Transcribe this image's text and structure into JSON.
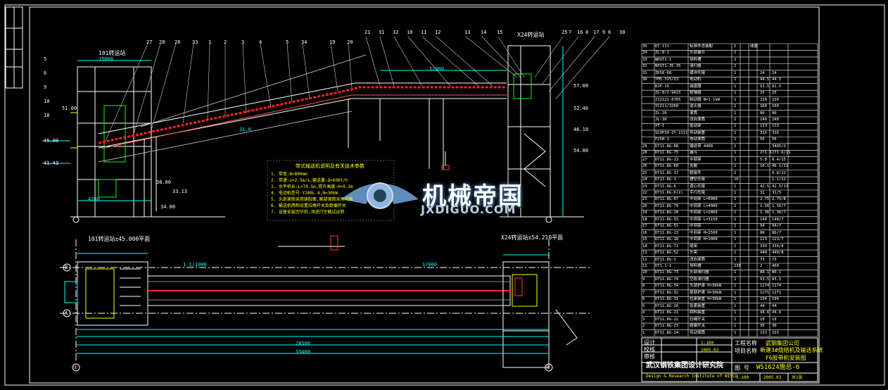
{
  "colors": {
    "background": "#000000",
    "frame": "#ffffff",
    "conveyor": "#ff2020",
    "dim": "#00ffff",
    "structure": "#ffffff",
    "text": "#ffff00",
    "guide": "#00ff00"
  },
  "views": {
    "elevation_left": "101转运站",
    "elevation_right": "X24转运站",
    "plan_left": "101转运站±45.000平面",
    "plan_right": "X24转运站±54.210平面",
    "note_title": "带式输送机说明及有关技术参数"
  },
  "notes": [
    "1. 带宽:B=800mm",
    "2. 带速:v=2.5m/s,输送量:Q=600t/h",
    "3. 水平机长:L=74.5m,提升高度:H=9.2m",
    "4. 电动机型号:Y200L-4,N=30kW",
    "5. 头部滚筒采用铸胶面,尾部滚筒采用光面",
    "6. 输送机两侧设置拉绳开关及跑偏开关",
    "7. 设备安装完毕后,须进行空载试运转"
  ],
  "levels": [
    "45.00",
    "41.43",
    "51.00",
    "38.00",
    "33.13",
    "34.00",
    "57.00",
    "52.40",
    "46.10",
    "54.00"
  ],
  "dims": [
    "28500",
    "15000",
    "12000",
    "11.6",
    "4200",
    "17000",
    "1.1/1000",
    "35400"
  ],
  "top_callouts": [
    "27",
    "28",
    "26",
    "33",
    "1",
    "2",
    "3",
    "4",
    "5",
    "34",
    "19",
    "20",
    "21",
    "31",
    "32",
    "10",
    "11",
    "12",
    "13",
    "14",
    "15",
    "25",
    "16",
    "17",
    "6",
    "7",
    "8",
    "9",
    "30"
  ],
  "left_callouts": [
    "5",
    "6",
    "9",
    "10",
    "18"
  ],
  "grid_axes": [
    "A",
    "B",
    "①",
    "②"
  ],
  "bom_rows": [
    [
      "35",
      "DT-111",
      "标准件总装配",
      "1",
      "",
      "成套",
      "",
      ""
    ],
    [
      "34",
      "ZL-8-1",
      "头部漏斗",
      "1",
      "",
      "",
      "",
      ""
    ],
    [
      "33",
      "WDST1-1",
      "导料槽",
      "2",
      "",
      "",
      "",
      ""
    ],
    [
      "32",
      "NPST1-35-35",
      "清扫器",
      "2",
      "",
      "",
      "",
      ""
    ],
    [
      "31",
      "ZK58-68",
      "缓冲托辊",
      "1",
      "",
      "",
      "24",
      "24"
    ],
    [
      "30",
      "YM5-315/23",
      "电动机",
      "1",
      "",
      "",
      "44.5",
      "44.5"
    ],
    [
      "",
      "BJF-10",
      "减速器",
      "1",
      "",
      "",
      "91.5",
      "91.5"
    ],
    [
      "",
      "ZL-8/2-9A15",
      "联轴器",
      "1",
      "",
      "",
      "25",
      "25"
    ],
    [
      "",
      "ZJ2121-8705",
      "制动器 N=1.1kW",
      "1",
      "",
      "",
      "230",
      "230"
    ],
    [
      "",
      "YC211/3260",
      "逆止器",
      "1",
      "",
      "",
      "160",
      "160"
    ],
    [
      "",
      "ZL-20",
      "滚筒",
      "1",
      "",
      "",
      "80",
      "80"
    ],
    [
      "",
      "JL-30",
      "改向滚筒",
      "1",
      "",
      "",
      "240",
      "240"
    ],
    [
      "",
      "XT-1",
      "驱动架",
      "1",
      "",
      "",
      "113",
      "113"
    ],
    [
      "",
      "SCXP30-ZY-1111",
      "传动装置",
      "1",
      "",
      "",
      "316",
      "316"
    ],
    [
      "",
      "P25H-1",
      "电动滚筒",
      "1",
      "",
      "",
      "56",
      "56"
    ],
    [
      "29",
      "DT11.8G-88",
      "输送带 4400",
      "1",
      "",
      "",
      "",
      "3405/2"
    ],
    [
      "28",
      "DT11.8G-75",
      "漏斗",
      "1",
      "",
      "",
      "271.6",
      "271.6/11"
    ],
    [
      "27",
      "DT11.8G-13",
      "中部架",
      "1",
      "",
      "",
      "5.8",
      "8.4/15"
    ],
    [
      "26",
      "DT11.8G-60",
      "支腿",
      "2",
      "",
      "",
      "10.1",
      "46.1/11"
    ],
    [
      "25",
      "DT11.8G-17",
      "联接件",
      "2",
      "",
      "",
      "",
      "0.8/12"
    ],
    [
      "24",
      "DT11.8G-1",
      "槽型托辊",
      "16",
      "",
      "",
      "",
      "1.1/12"
    ],
    [
      "23",
      "DT11.8G-6",
      "调心托辊",
      "1",
      "",
      "",
      "42.5",
      "42.5/13"
    ],
    [
      "22",
      "DT11.8G-6(1)",
      "平行托辊",
      "1",
      "",
      "",
      "31",
      "31/5"
    ],
    [
      "21",
      "DT11.8G-67",
      "中间架 L=6000",
      "1",
      "",
      "",
      "2.75",
      "2.75/8"
    ],
    [
      "20",
      "DT11.8G-70",
      "中间架 L=4000",
      "1",
      "",
      "",
      "1.56",
      "1.56/7"
    ],
    [
      "19",
      "DT11.8G-20",
      "中间架 L=2000",
      "1",
      "",
      "",
      "1.36",
      "1.36/7"
    ],
    [
      "18",
      "DT11.8G-33",
      "中间架 L=3150",
      "1",
      "",
      "",
      "140",
      "140/7"
    ],
    [
      "17",
      "DT11.8G-51",
      "中间架",
      "1",
      "",
      "",
      "94",
      "94/7"
    ],
    [
      "16",
      "DT11.8G-23",
      "中间架 H=1500",
      "1",
      "",
      "",
      "80",
      "80/7"
    ],
    [
      "15",
      "DT11.8G-18",
      "中间架 H=1000",
      "1",
      "",
      "",
      "123",
      "123/7"
    ],
    [
      "14",
      "DT11.8G-71",
      "尾架",
      "1",
      "",
      "",
      "330",
      "330/8"
    ],
    [
      "13",
      "DT11.8G-52",
      "头架",
      "1",
      "",
      "",
      "440",
      "440/8"
    ],
    [
      "12",
      "DT11.8G-5",
      "改向滚筒",
      "1",
      "",
      "",
      "73",
      "73"
    ],
    [
      "11",
      "DT1.1-1",
      "导料槽",
      "230",
      "",
      "",
      "2",
      "460"
    ],
    [
      "10",
      "DT11.8G-73",
      "头部清扫器",
      "1",
      "",
      "",
      "80.1",
      "80.1"
    ],
    [
      "9",
      "DT11.8G-74",
      "空段清扫器",
      "1",
      "",
      "",
      "93.5",
      "93.5"
    ],
    [
      "8",
      "DT11.8G-34",
      "头部护罩 H=30kN",
      "1",
      "",
      "",
      "1174",
      "1174"
    ],
    [
      "7",
      "DT11.8G-32",
      "尾部护罩 H=30kN",
      "1",
      "",
      "",
      "1271",
      "1271"
    ],
    [
      "6",
      "DT11.8G-31",
      "拉紧装置 H=30kN",
      "1",
      "",
      "",
      "194",
      "194"
    ],
    [
      "5",
      "DT11.8G-20",
      "张紧装置",
      "1",
      "",
      "",
      "44",
      "44"
    ],
    [
      "4",
      "DT11.8G-21",
      "卸料装置",
      "1",
      "",
      "",
      "44.6",
      "44.6"
    ],
    [
      "3",
      "DT11.8G-22",
      "拉绳开关",
      "1",
      "",
      "",
      "10",
      "10"
    ],
    [
      "2",
      "DT11.8G-23",
      "跑偏开关",
      "1",
      "",
      "",
      "30",
      "30"
    ],
    [
      "1",
      "DT11.8G-24",
      "传动滚筒",
      "1",
      "",
      "",
      "153",
      "153"
    ]
  ],
  "title_block": {
    "institute": "武汉钢铁集团设计研究院",
    "institute_en": "Design & Research Institute of WISCO",
    "client": "武钢集团公司",
    "project": "新建3#烧结机及输送系统",
    "drawing_name": "F6胶带机安装图",
    "drawing_no": "WS1624施总-6",
    "labels": {
      "design": "设计",
      "check": "校核",
      "approve": "审核",
      "project": "工程名称",
      "item": "项目名称",
      "no": "图 号"
    },
    "scale": "1:100",
    "date": "2005.03",
    "sheet": "共1张"
  },
  "watermark": {
    "text": "机械帝国",
    "url": "JXDIGUO.COM"
  }
}
